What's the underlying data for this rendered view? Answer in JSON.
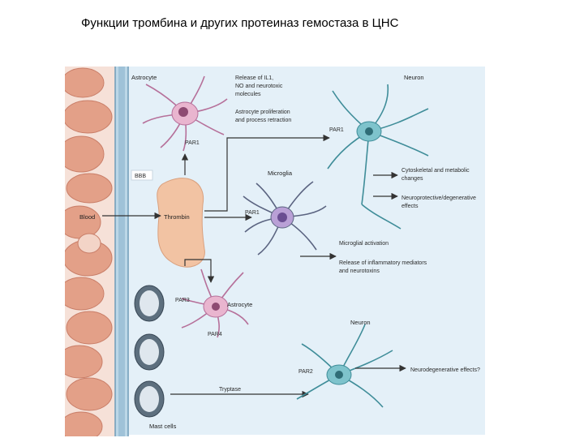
{
  "title": "Функции тромбина и других протеиназ гемостаза в ЦНС",
  "labels": {
    "astrocyte_top": "Astrocyte",
    "neuron_top": "Neuron",
    "release_il1_l1": "Release of IL1,",
    "release_il1_l2": "NO and neurotoxic",
    "release_il1_l3": "molecules",
    "astro_prolif_l1": "Astrocyte proliferation",
    "astro_prolif_l2": "and process retraction",
    "par1_top_astro": "PAR1",
    "par1_neuron": "PAR1",
    "bbb": "BBB",
    "blood": "Blood",
    "thrombin": "Thrombin",
    "microglia": "Microglia",
    "par1_microglia": "PAR1",
    "cyto_l1": "Cytoskeletal and metabolic",
    "cyto_l2": "changes",
    "neuroprot_l1": "Neuroprotective/degenerative",
    "neuroprot_l2": "effects",
    "microglial_activation": "Microglial activation",
    "inflam_l1": "Release of inflammatory mediators",
    "inflam_l2": "and neurotoxins",
    "par3": "PAR3",
    "astrocyte_bottom": "Astrocyte",
    "par4": "PAR4",
    "neuron_bottom": "Neuron",
    "par2": "PAR2",
    "neurodegen": "Neurodegenerative effects?",
    "tryptase": "Tryptase",
    "mast_cells": "Mast cells"
  },
  "colors": {
    "panel_bg": "#e4f0f8",
    "rbc": "#e3a088",
    "rbc_rim": "#c97e68",
    "vessel": "#bcd7e7",
    "thrombin": "#f2c3a3",
    "astrocyte": "#e9b5cf",
    "neuron": "#7ec3cc",
    "microglia": "#6c7690",
    "arrow": "#333333"
  }
}
